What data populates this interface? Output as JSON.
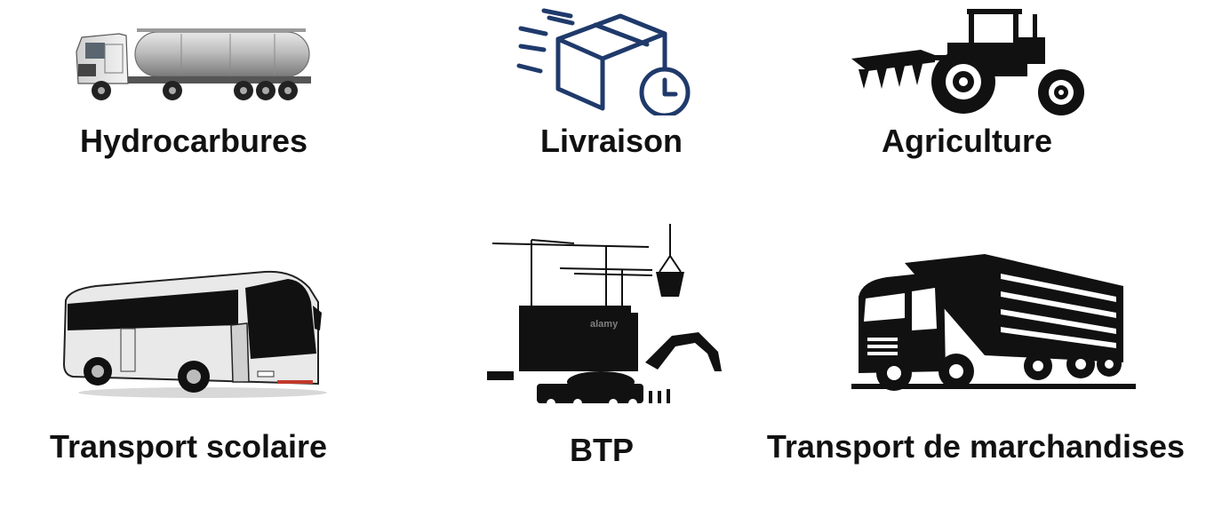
{
  "tiles": [
    {
      "label": "Hydrocarbures",
      "icon": "tanker-truck-icon"
    },
    {
      "label": "Livraison",
      "icon": "delivery-box-clock-icon"
    },
    {
      "label": "Agriculture",
      "icon": "tractor-plow-icon"
    },
    {
      "label": "Transport scolaire",
      "icon": "bus-icon"
    },
    {
      "label": "BTP",
      "icon": "construction-site-icon"
    },
    {
      "label": "Transport de marchandises",
      "icon": "cargo-truck-icon"
    }
  ],
  "watermark": "alamy",
  "colors": {
    "text": "#111111",
    "delivery_icon": "#1f3a6b",
    "tanker": "#9a9a9a"
  }
}
